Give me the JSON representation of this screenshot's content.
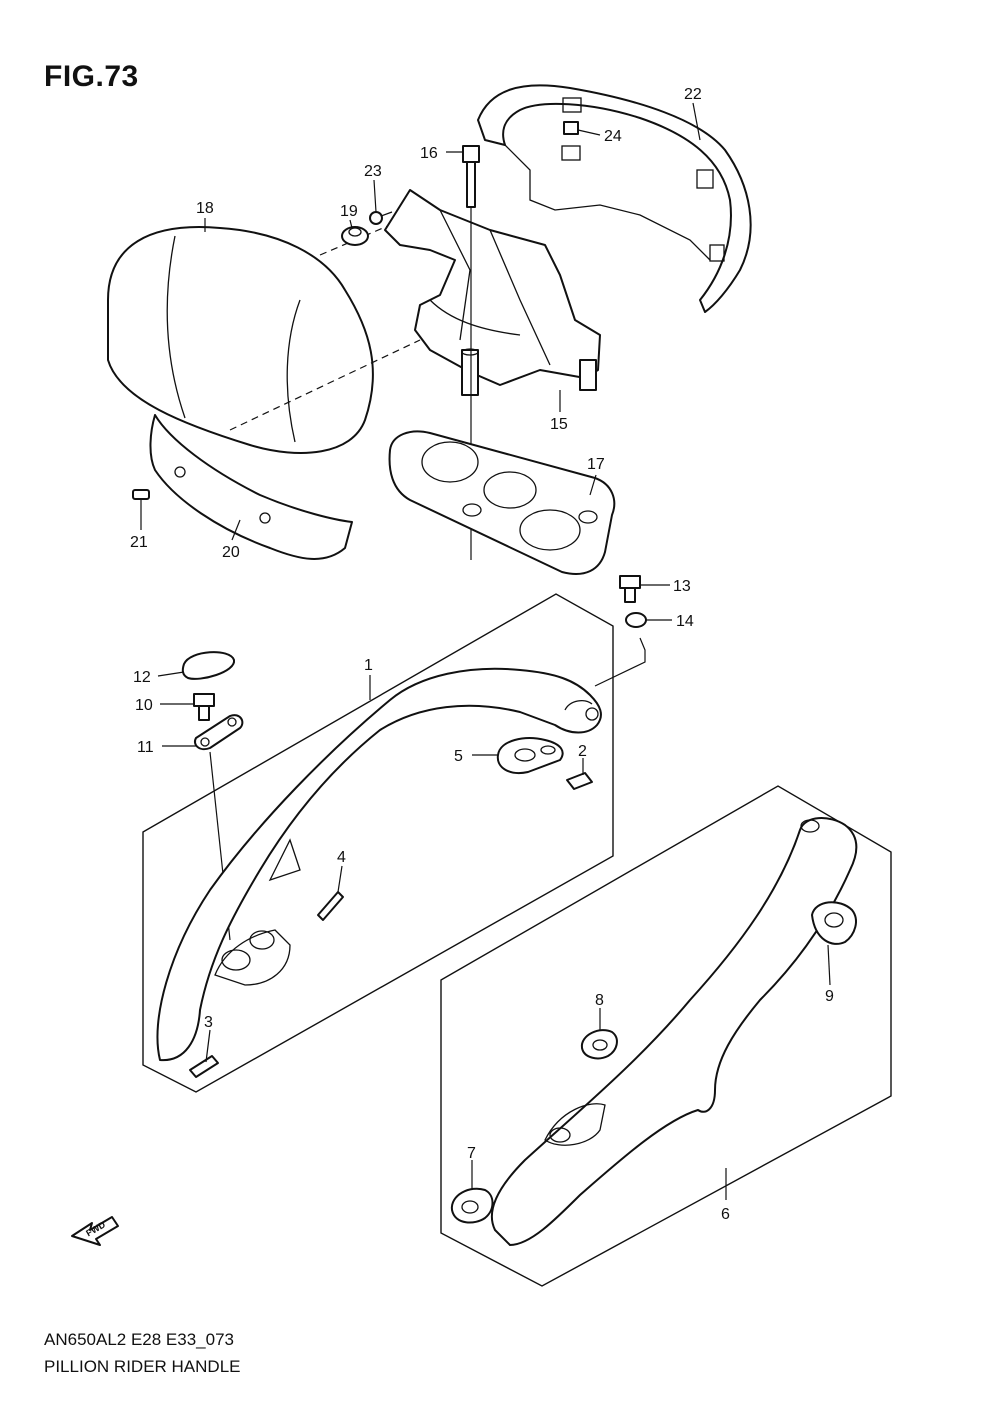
{
  "figure_label": "FIG.73",
  "model_code": "AN650AL2 E28 E33_073",
  "section_title": "PILLION RIDER HANDLE",
  "fwd_arrow_label": "FWD",
  "callouts": [
    "1",
    "2",
    "3",
    "4",
    "5",
    "6",
    "7",
    "8",
    "9",
    "10",
    "11",
    "12",
    "13",
    "14",
    "15",
    "16",
    "17",
    "18",
    "19",
    "20",
    "21",
    "22",
    "23",
    "24"
  ]
}
